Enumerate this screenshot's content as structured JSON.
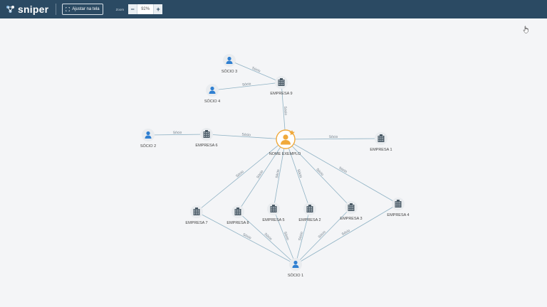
{
  "app": {
    "logo_text": "sniper"
  },
  "toolbar": {
    "fit_label": "Ajustar na tela",
    "zoom_label": "Zoom",
    "zoom_value": "92%",
    "zoom_minus": "−",
    "zoom_plus": "+"
  },
  "colors": {
    "topbar": "#2b4a63",
    "edge": "#8fb2c4",
    "person": "#2f7fd1",
    "company": "#4a5a66",
    "center": "#f0a93b"
  },
  "graph": {
    "nodes": [
      {
        "id": "center",
        "label": "NOME EXEMPLO",
        "type": "center"
      },
      {
        "id": "s3",
        "label": "SÓCIO 3",
        "type": "person"
      },
      {
        "id": "e9",
        "label": "EMPRESA 9",
        "type": "company"
      },
      {
        "id": "s4",
        "label": "SÓCIO 4",
        "type": "person"
      },
      {
        "id": "s2",
        "label": "SÓCIO 2",
        "type": "person"
      },
      {
        "id": "e6",
        "label": "EMPRESA 6",
        "type": "company"
      },
      {
        "id": "e1",
        "label": "EMPRESA 1",
        "type": "company"
      },
      {
        "id": "e7",
        "label": "EMPRESA 7",
        "type": "company"
      },
      {
        "id": "e8",
        "label": "EMPRESA 8",
        "type": "company"
      },
      {
        "id": "e5",
        "label": "EMPRESA 5",
        "type": "company"
      },
      {
        "id": "e2",
        "label": "EMPRESA 2",
        "type": "company"
      },
      {
        "id": "e3",
        "label": "EMPRESA 3",
        "type": "company"
      },
      {
        "id": "e4",
        "label": "EMPRESA 4",
        "type": "company"
      },
      {
        "id": "s1",
        "label": "SÓCIO 1",
        "type": "person"
      }
    ],
    "edges": [
      {
        "from": "s3",
        "to": "e9",
        "label": "Sócio"
      },
      {
        "from": "s4",
        "to": "e9",
        "label": "Sócio"
      },
      {
        "from": "e9",
        "to": "center",
        "label": "Sócio"
      },
      {
        "from": "s2",
        "to": "e6",
        "label": "Sócio"
      },
      {
        "from": "e6",
        "to": "center",
        "label": "Sócio"
      },
      {
        "from": "center",
        "to": "e1",
        "label": "Sócio"
      },
      {
        "from": "center",
        "to": "e7",
        "label": "Sócio"
      },
      {
        "from": "center",
        "to": "e8",
        "label": "Sócio"
      },
      {
        "from": "center",
        "to": "e5",
        "label": "Sócio"
      },
      {
        "from": "center",
        "to": "e2",
        "label": "Sócio"
      },
      {
        "from": "center",
        "to": "e3",
        "label": "Sócio"
      },
      {
        "from": "center",
        "to": "e4",
        "label": "Sócio"
      },
      {
        "from": "e7",
        "to": "s1",
        "label": "Sócio"
      },
      {
        "from": "e8",
        "to": "s1",
        "label": "Sócio"
      },
      {
        "from": "e5",
        "to": "s1",
        "label": "Sócio"
      },
      {
        "from": "e2",
        "to": "s1",
        "label": "Sócio"
      },
      {
        "from": "e3",
        "to": "s1",
        "label": "Sócio"
      },
      {
        "from": "e4",
        "to": "s1",
        "label": "Sócio"
      }
    ]
  }
}
